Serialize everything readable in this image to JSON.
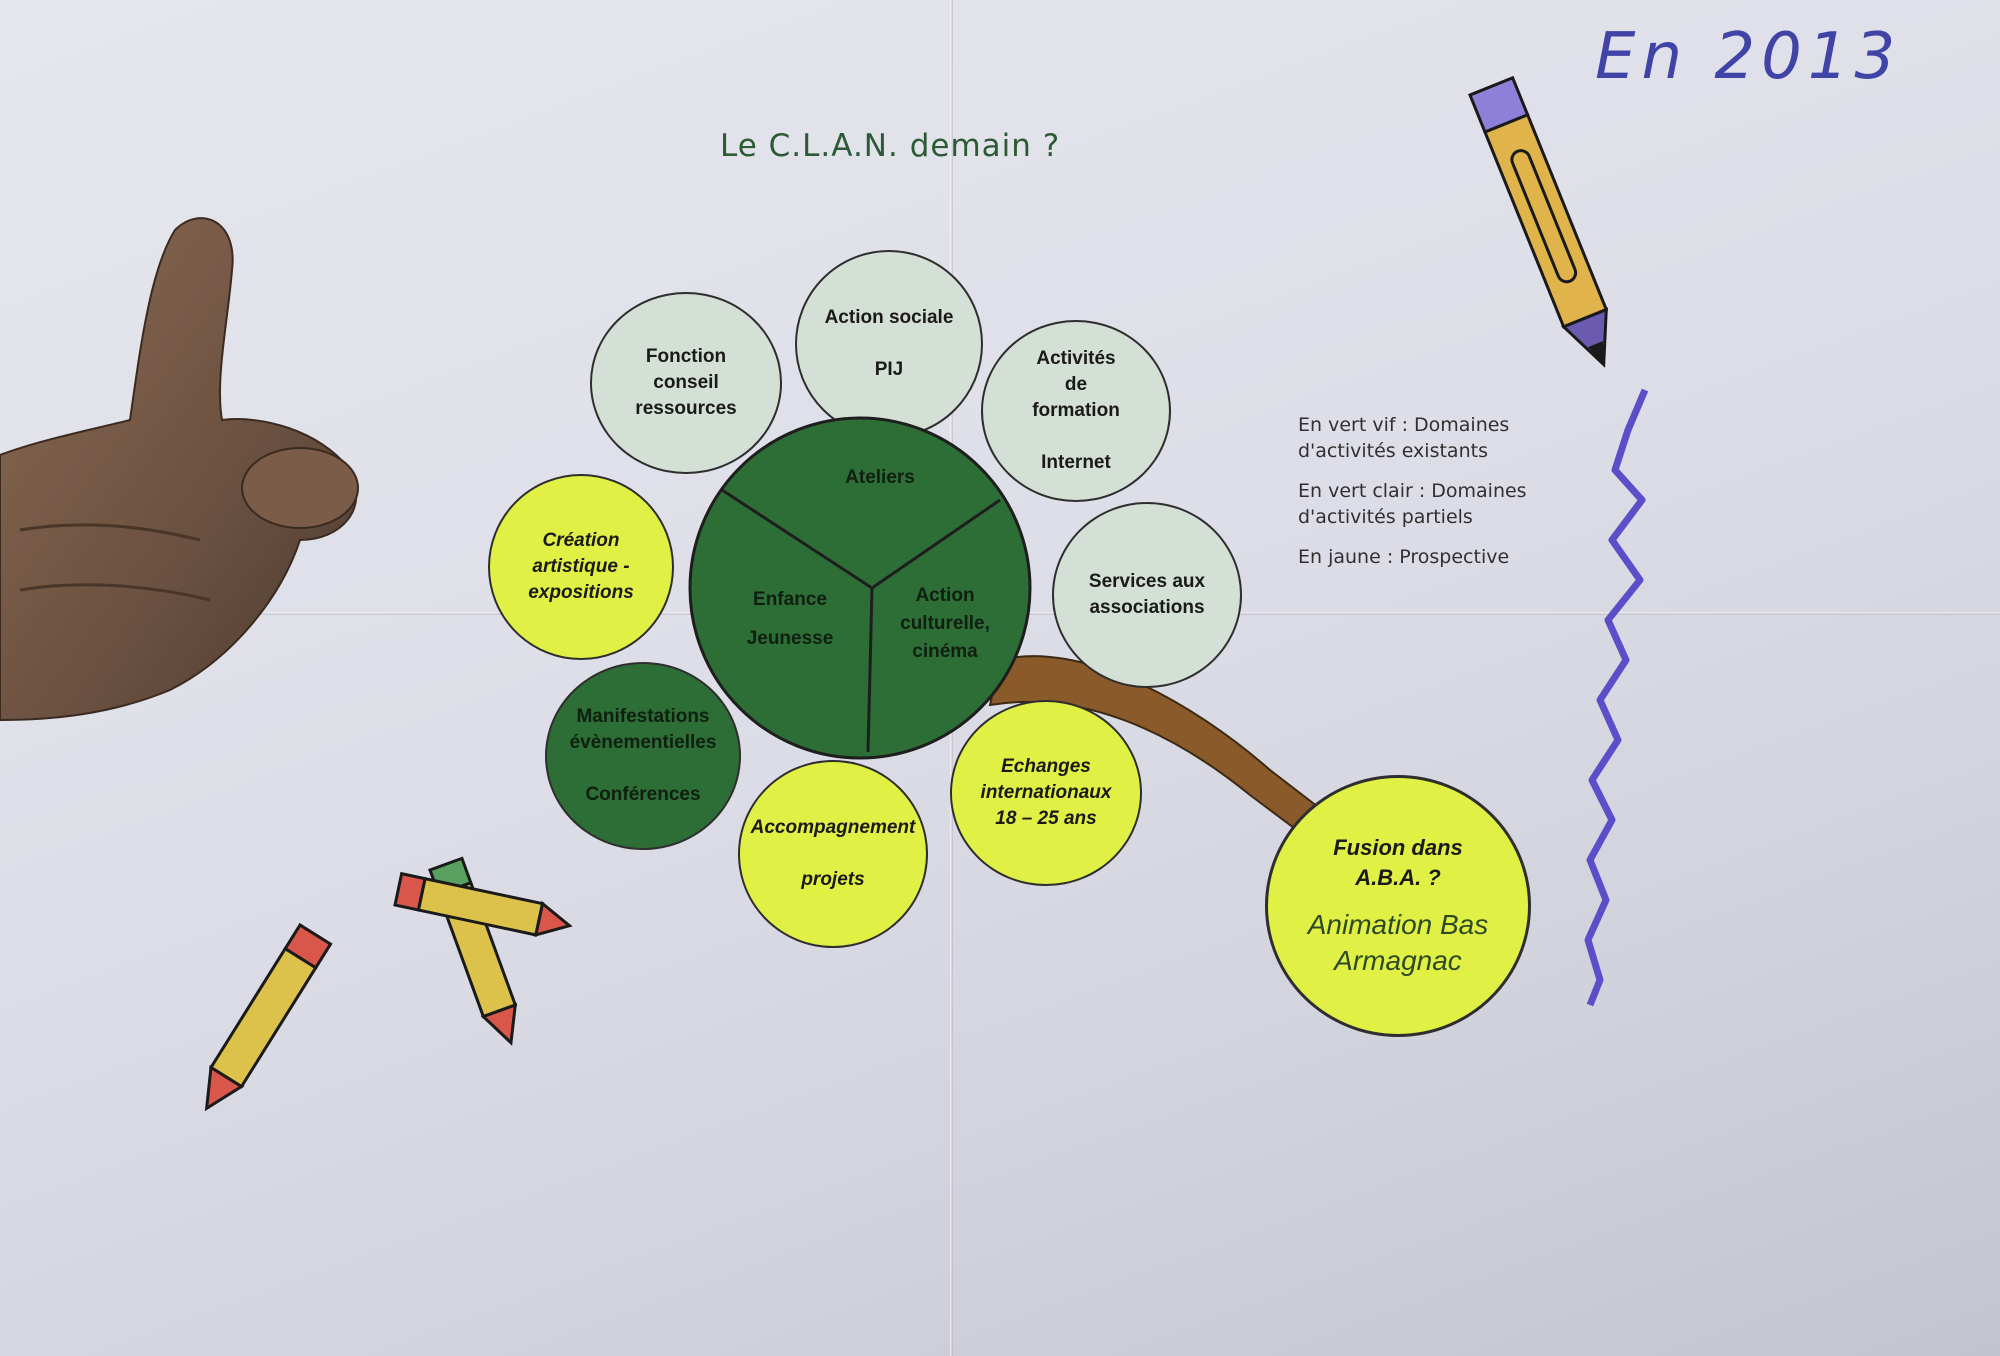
{
  "handwritten_year": "En 2013",
  "title": "Le C.L.A.N. demain ?",
  "legend": [
    "En vert vif :  Domaines\nd'activités existants",
    "En vert clair : Domaines\nd'activités partiels",
    "En jaune : Prospective"
  ],
  "center": {
    "segments": [
      "Ateliers",
      "Enfance\nJeunesse",
      "Action\nculturelle,\ncinéma"
    ]
  },
  "petals": {
    "action_sociale": "Action sociale\n\nPIJ",
    "fonction_conseil": "Fonction\nconseil\nressources",
    "activites_formation": "Activités\nde\nformation\n\nInternet",
    "services_associations": "Services aux\nassociations",
    "creation_artistique": "Création\nartistique -\nexpositions",
    "manifestations": "Manifestations\névènementielles\n\nConférences",
    "accompagnement": "Accompagnement\n\nprojets",
    "echanges": "Echanges\ninternationaux\n18 – 25 ans"
  },
  "fusion": {
    "question": "Fusion dans\nA.B.A. ?",
    "name": "Animation Bas\nArmagnac"
  },
  "colors": {
    "dark_green": "#2d6e37",
    "light_green": "#d4dfd5",
    "yellow": "#e1f044",
    "stem_brown": "#8a5a2b",
    "squiggle_purple": "#5a4fc8",
    "handwriting_blue": "#4044a6"
  },
  "icons": [
    "pencil-icon",
    "crossed-crayons-icon",
    "pointing-hand"
  ]
}
